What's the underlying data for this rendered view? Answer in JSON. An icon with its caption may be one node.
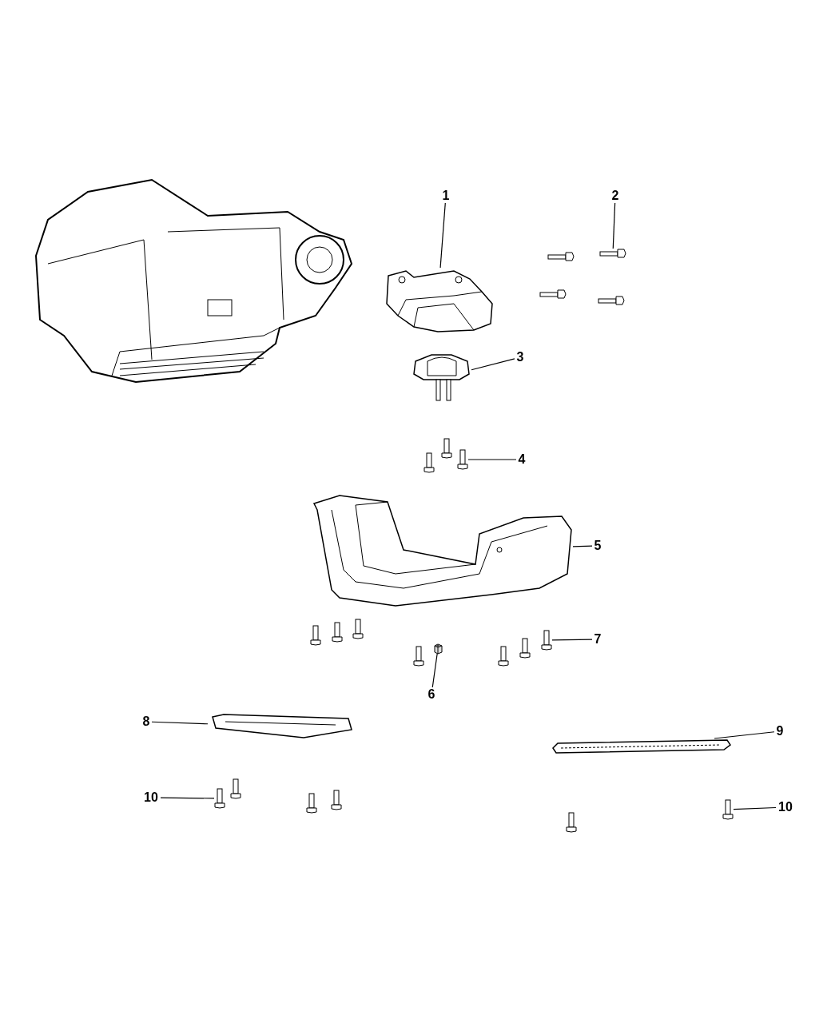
{
  "diagram": {
    "nodes": [
      {
        "text": [
          "1"
        ]
      },
      {
        "text": [],
        "shape": "picture"
      },
      {
        "text": [
          "2"
        ]
      },
      {
        "text": [],
        "shape": "picture"
      },
      {
        "text": [
          "3"
        ]
      },
      {
        "text": [],
        "shape": "picture"
      },
      {
        "text": [
          "4"
        ]
      },
      {
        "text": [],
        "shape": "picture"
      },
      {
        "text": [
          "5"
        ]
      },
      {
        "text": [],
        "shape": "picture"
      },
      {
        "text": [
          "7"
        ]
      },
      {
        "text": [],
        "shape": "picture"
      },
      {
        "text": [
          "6"
        ]
      },
      {
        "text": [],
        "shape": "picture"
      },
      {
        "text": [
          "8"
        ]
      },
      {
        "text": [],
        "shape": "picture"
      },
      {
        "text": [
          "9"
        ]
      },
      {
        "text": [],
        "shape": "picture"
      },
      {
        "text": [
          "10"
        ]
      },
      {
        "text": [],
        "shape": "picture"
      },
      {
        "text": [
          "10"
        ]
      },
      {
        "text": [],
        "shape": "picture"
      }
    ],
    "edges": [
      {
        "from": 0,
        "to": 1,
        "arrow": "none"
      },
      {
        "from": 2,
        "to": 3,
        "arrow": "none"
      },
      {
        "from": 4,
        "to": 5,
        "arrow": "none"
      },
      {
        "from": 6,
        "to": 7,
        "arrow": "none"
      },
      {
        "from": 8,
        "to": 9,
        "arrow": "none"
      },
      {
        "from": 10,
        "to": 11,
        "arrow": "none"
      },
      {
        "from": 12,
        "to": 13,
        "arrow": "none"
      },
      {
        "from": 14,
        "to": 15,
        "arrow": "none"
      },
      {
        "from": 16,
        "to": 17,
        "arrow": "none"
      },
      {
        "from": 18,
        "to": 19,
        "arrow": "none"
      },
      {
        "from": 20,
        "to": 21,
        "arrow": "none"
      }
    ]
  }
}
